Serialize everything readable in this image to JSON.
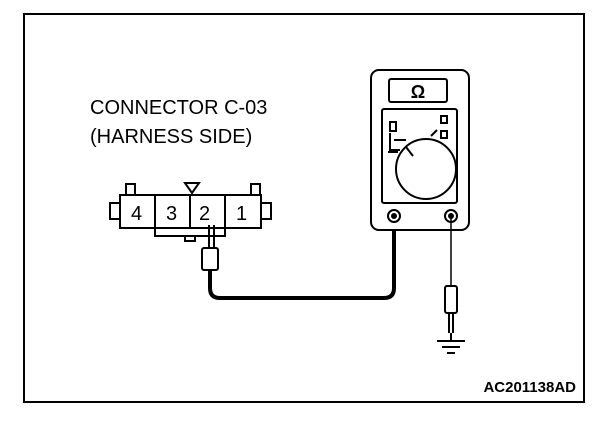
{
  "connector": {
    "title_line1": "CONNECTOR C-03",
    "title_line2": "(HARNESS SIDE)",
    "pins": [
      "4",
      "3",
      "2",
      "1"
    ]
  },
  "meter": {
    "unit_symbol": "Ω"
  },
  "figure_code": "AC201138AD"
}
